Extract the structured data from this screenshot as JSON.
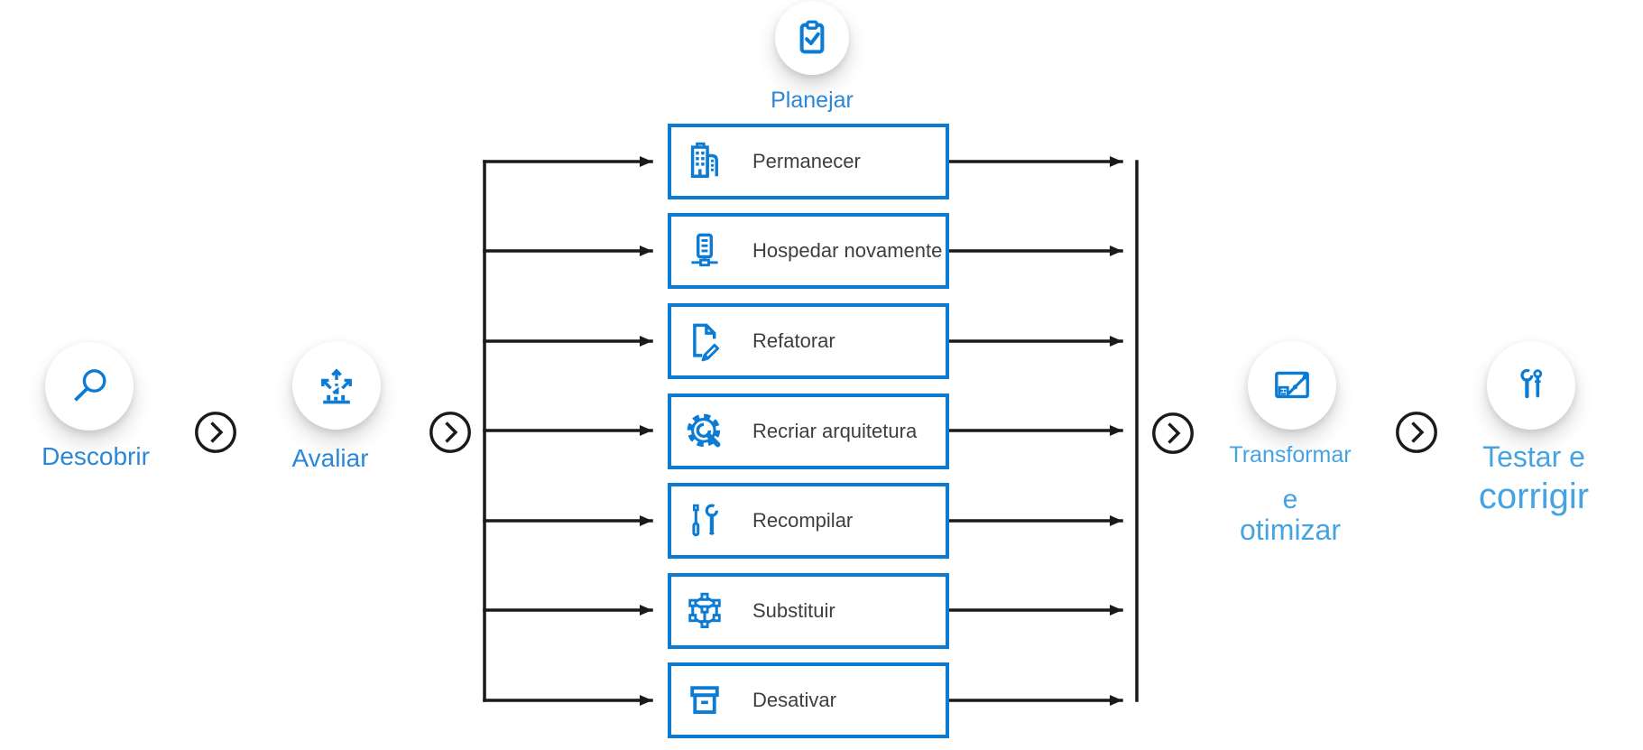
{
  "diagram_title": "",
  "colors": {
    "primary_blue": "#0B7BD4",
    "label_blue": "#2B87D8",
    "label_light_blue": "#45A3E2",
    "line_black": "#1A1A1A",
    "box_text": "#3E3E3E"
  },
  "steps": [
    {
      "label": "Descobrir",
      "icon": "magnifier-icon"
    },
    {
      "label": "Avaliar",
      "icon": "assess-arrows-icon"
    },
    {
      "label": "Planejar",
      "icon": "clipboard-check-icon"
    },
    {
      "label_line1": "Transformar",
      "label_line2": "e",
      "label_line3": "otimizar",
      "icon": "optimize-window-icon"
    },
    {
      "label_line1": "Testar e",
      "label_line2": "corrigir",
      "icon": "test-tools-icon"
    }
  ],
  "plan": {
    "options": [
      {
        "label": "Permanecer",
        "icon": "buildings-icon"
      },
      {
        "label": "Hospedar novamente",
        "icon": "server-network-icon"
      },
      {
        "label": "Refatorar",
        "icon": "document-edit-icon"
      },
      {
        "label": "Recriar arquitetura",
        "icon": "gear-wrench-icon"
      },
      {
        "label": "Recompilar",
        "icon": "tools-icon"
      },
      {
        "label": "Substituir",
        "icon": "cube-nodes-icon"
      },
      {
        "label": "Desativar",
        "icon": "archive-box-icon"
      }
    ]
  }
}
